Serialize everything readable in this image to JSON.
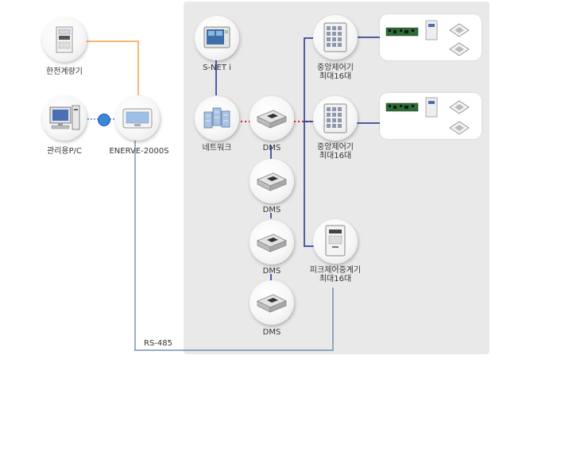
{
  "labels": {
    "meter": "한전계량기",
    "pc": "관리용P/C",
    "enerve": "ENERVE-2000S",
    "snet": "S-NET i",
    "network": "네트워크",
    "dms1": "DMS",
    "dms2": "DMS",
    "dms3": "DMS",
    "dms4": "DMS",
    "central1_line1": "중앙제어기",
    "central1_line2": "최대16대",
    "central2_line1": "중앙제어기",
    "central2_line2": "최대16대",
    "peak_line1": "피크제어중계기",
    "peak_line2": "최대16대",
    "rs485": "RS-485"
  },
  "colors": {
    "panel": "#e9e9ea",
    "line_blue": "#1a2d8c",
    "line_orange": "#f5a04a",
    "line_rs485": "#5a7aa6",
    "dots_red": "#d9262a"
  }
}
